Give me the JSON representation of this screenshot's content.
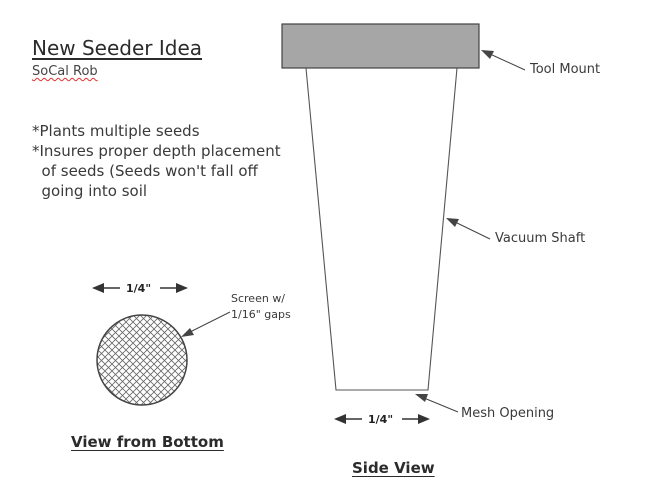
{
  "title": "New Seeder Idea",
  "author": "SoCal Rob",
  "notes": [
    "*Plants multiple seeds",
    "*Insures proper depth placement",
    "  of seeds (Seeds won't fall off",
    "  going into soil"
  ],
  "labels": {
    "tool_mount": "Tool Mount",
    "vacuum_shaft": "Vacuum Shaft",
    "mesh_opening": "Mesh Opening",
    "screen_line1": "Screen w/",
    "screen_line2": "1/16\" gaps"
  },
  "dimensions": {
    "bottom_width": "1/4\"",
    "side_width": "1/4\""
  },
  "captions": {
    "bottom": "View from Bottom",
    "side": "Side View"
  },
  "colors": {
    "tool_mount_fill": "#a6a6a6",
    "line": "#555555",
    "arrow": "#444444"
  }
}
